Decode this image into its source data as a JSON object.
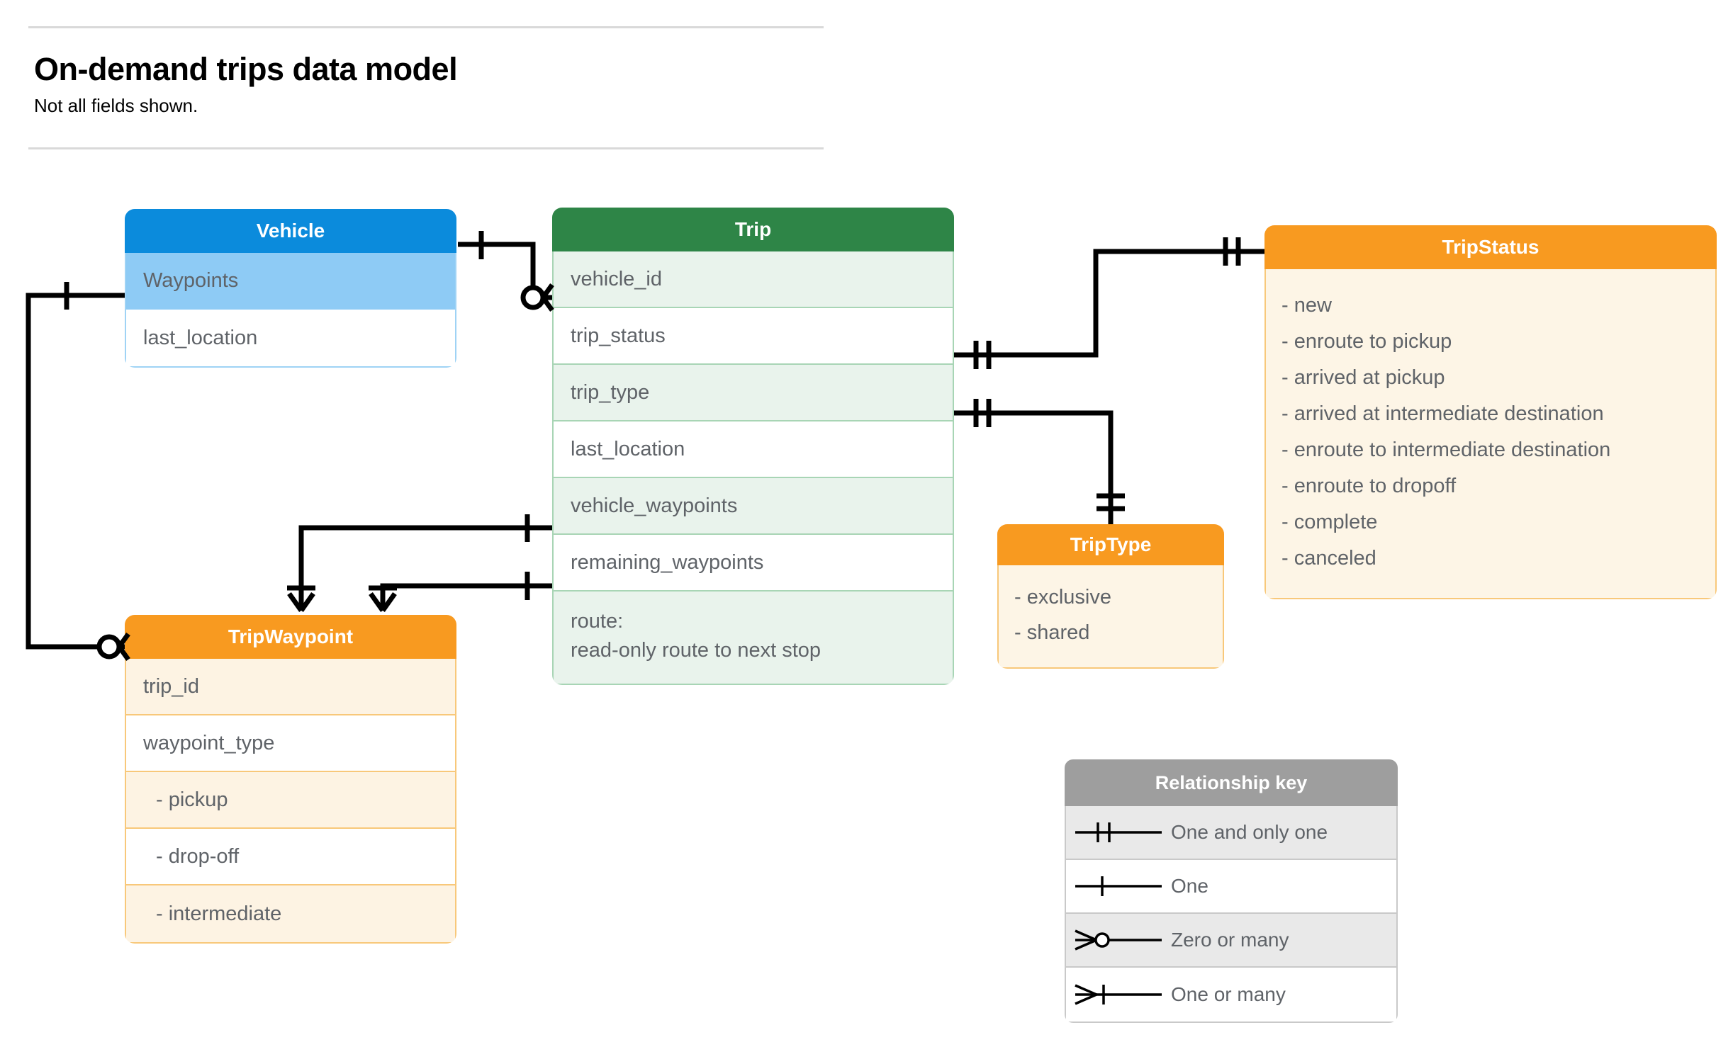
{
  "header": {
    "title": "On-demand trips data model",
    "subtitle": "Not all fields shown."
  },
  "colors": {
    "vehicle_header": "#0b8bdc",
    "vehicle_row": "#8ecbf5",
    "trip_header": "#2e8547",
    "trip_row": "#e9f3ec",
    "orange_header": "#f89a20",
    "orange_row": "#fdf5e6",
    "legend_header": "#9e9e9e",
    "text": "#5f6368",
    "line": "#000000"
  },
  "entities": {
    "vehicle": {
      "title": "Vehicle",
      "rows": [
        {
          "label": "Waypoints"
        },
        {
          "label": "last_location"
        }
      ]
    },
    "trip": {
      "title": "Trip",
      "rows": [
        {
          "label": "vehicle_id"
        },
        {
          "label": "trip_status"
        },
        {
          "label": "trip_type"
        },
        {
          "label": "last_location"
        },
        {
          "label": "vehicle_waypoints"
        },
        {
          "label": "remaining_waypoints"
        },
        {
          "label": "route:",
          "label2": "read-only route to next stop"
        }
      ]
    },
    "tripstatus": {
      "title": "TripStatus",
      "values": [
        "- new",
        "- enroute to pickup",
        "- arrived at pickup",
        "- arrived at intermediate destination",
        "- enroute to intermediate destination",
        "- enroute to dropoff",
        "- complete",
        "- canceled"
      ]
    },
    "triptype": {
      "title": "TripType",
      "values": [
        "- exclusive",
        "- shared"
      ]
    },
    "tripwaypoint": {
      "title": "TripWaypoint",
      "rows": [
        {
          "label": "trip_id"
        },
        {
          "label": "waypoint_type"
        },
        {
          "label": "-  pickup"
        },
        {
          "label": "-  drop-off"
        },
        {
          "label": "-  intermediate"
        }
      ]
    }
  },
  "legend": {
    "title": "Relationship key",
    "rows": [
      {
        "label": "One and only one",
        "symbol": "one-and-only-one-icon"
      },
      {
        "label": "One",
        "symbol": "one-icon"
      },
      {
        "label": "Zero or many",
        "symbol": "zero-or-many-icon"
      },
      {
        "label": "One or many",
        "symbol": "one-or-many-icon"
      }
    ]
  },
  "relationships": [
    {
      "from": "Vehicle",
      "to": "Trip.vehicle_id",
      "from_card": "one",
      "to_card": "zero-or-many"
    },
    {
      "from": "Trip.trip_status",
      "to": "TripStatus",
      "from_card": "one-and-only-one",
      "to_card": "one-and-only-one"
    },
    {
      "from": "Trip.trip_type",
      "to": "TripType",
      "from_card": "one-and-only-one",
      "to_card": "one-and-only-one"
    },
    {
      "from": "Trip.vehicle_waypoints",
      "to": "TripWaypoint",
      "from_card": "one",
      "to_card": "one-or-many"
    },
    {
      "from": "Trip.remaining_waypoints",
      "to": "TripWaypoint",
      "from_card": "one",
      "to_card": "one-or-many"
    },
    {
      "from": "Vehicle.Waypoints",
      "to": "TripWaypoint",
      "from_card": "one",
      "to_card": "zero-or-many"
    }
  ]
}
